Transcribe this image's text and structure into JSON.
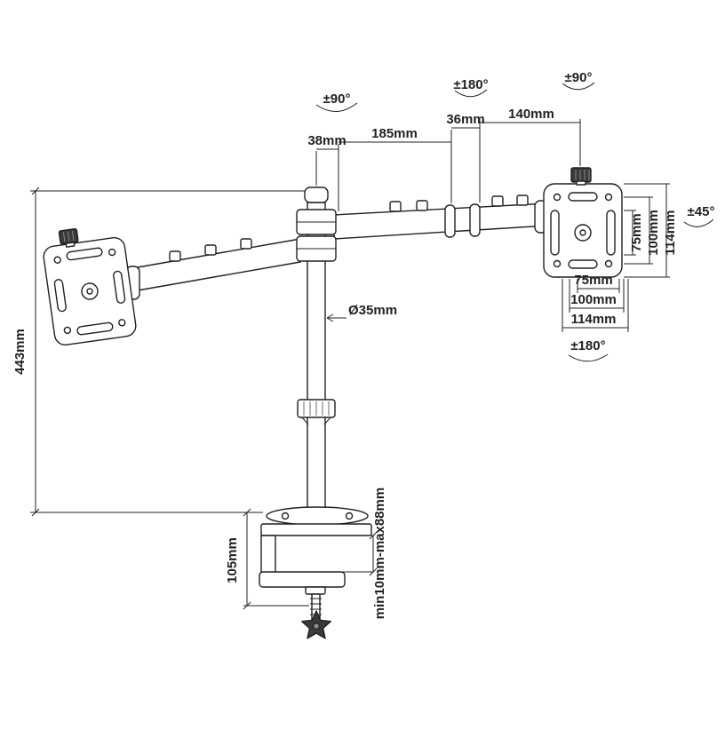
{
  "diagram": {
    "colors": {
      "line": "#231f20",
      "knob": "#3a3a3a",
      "background": "#ffffff"
    },
    "annotations": {
      "pole_rotation": "±90°",
      "arm_rotation": "±180°",
      "head_rotation": "±90°",
      "head_tilt": "±45°",
      "plate_rotation": "±180°",
      "offset_pole": "38mm",
      "arm_front": "185mm",
      "joint_width": "36mm",
      "arm_rear": "140mm",
      "pole_height": "443mm",
      "pole_diameter": "Ø35mm",
      "vesa_vertical": [
        "75mm",
        "100mm",
        "114mm"
      ],
      "vesa_horizontal": [
        "75mm",
        "100mm",
        "114mm"
      ],
      "clamp_height": "105mm",
      "clamp_range": "min10mm-max88mm"
    }
  }
}
